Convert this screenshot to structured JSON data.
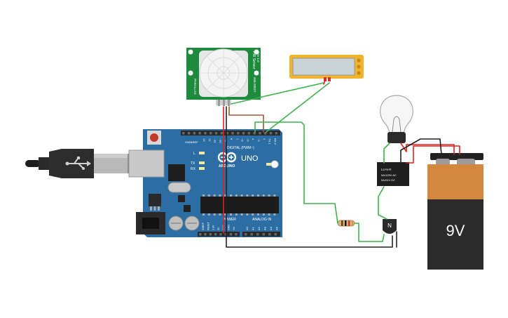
{
  "board": {
    "brand": "ARDUINO",
    "model": "UNO",
    "digital_header_label": "DIGITAL (PWM~)",
    "power_header_label": "POWER",
    "analog_header_label": "ANALOG IN",
    "on_label": "ON",
    "tx_label": "TX",
    "rx_label": "RX",
    "l_label": "L",
    "aref_label": "AREF",
    "gnd_label": "GND",
    "digital_pins": [
      "13",
      "12",
      "~11",
      "~10",
      "~9",
      "8",
      "7",
      "~6",
      "~5",
      "4",
      "~3",
      "2",
      "TX 1",
      "RX 0"
    ],
    "power_pins": [
      "IOREF",
      "RESET",
      "3.3V",
      "5V",
      "GND",
      "GND",
      "Vin"
    ],
    "analog_pins": [
      "A0",
      "A1",
      "A2",
      "A3",
      "A4",
      "A5"
    ]
  },
  "pir_sensor": {
    "side_text_1": "PIR Sensor",
    "side_text_2": "Rev 1.0",
    "side_text_3": "PARALLAX",
    "side_text_4": "555-28027"
  },
  "battery": {
    "label": "9V"
  },
  "transistor": {
    "label": "N"
  },
  "relay": {
    "line1": "LU-5-R",
    "line2": "5A/125V AC",
    "line3": "5A/24V DC"
  },
  "colors": {
    "board": "#2c6da3",
    "board_dark": "#1f5585",
    "pir_pcb": "#1e8a3e",
    "lcd_frame": "#f0b32b",
    "lcd_screen": "#c9d3d6",
    "wire_green": "#3db34a",
    "wire_red": "#e02020",
    "wire_black": "#222222",
    "wire_brown": "#9a5a30",
    "battery_orange": "#d3873f",
    "battery_black": "#2b2b2b"
  }
}
